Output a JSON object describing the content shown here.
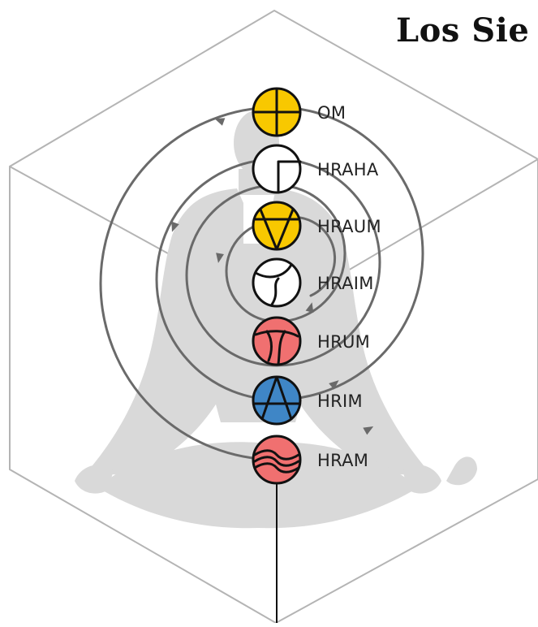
{
  "title": "Los Sie",
  "colors": {
    "yellow": "#f8c800",
    "white": "#ffffff",
    "red": "#f07070",
    "blue": "#3f86c6",
    "spiral": "#6a6a6a",
    "cube": "#b4b4b4",
    "silhouette": "#d9d9d9",
    "outline": "#111111"
  },
  "chakras": [
    {
      "label": "OM",
      "color": "#f8c800",
      "icon": "circle-cross-icon"
    },
    {
      "label": "HRAHA",
      "color": "#ffffff",
      "icon": "circle-square-corner-icon"
    },
    {
      "label": "HRAUM",
      "color": "#f8c800",
      "icon": "circle-downward-triangle-icon"
    },
    {
      "label": "HRAIM",
      "color": "#ffffff",
      "icon": "circle-crescent-icon"
    },
    {
      "label": "HRUM",
      "color": "#f07070",
      "icon": "circle-leaf-icon"
    },
    {
      "label": "HRIM",
      "color": "#3f86c6",
      "icon": "circle-upward-triangle-icon"
    },
    {
      "label": "HRAM",
      "color": "#f07070",
      "icon": "circle-waves-icon"
    }
  ]
}
